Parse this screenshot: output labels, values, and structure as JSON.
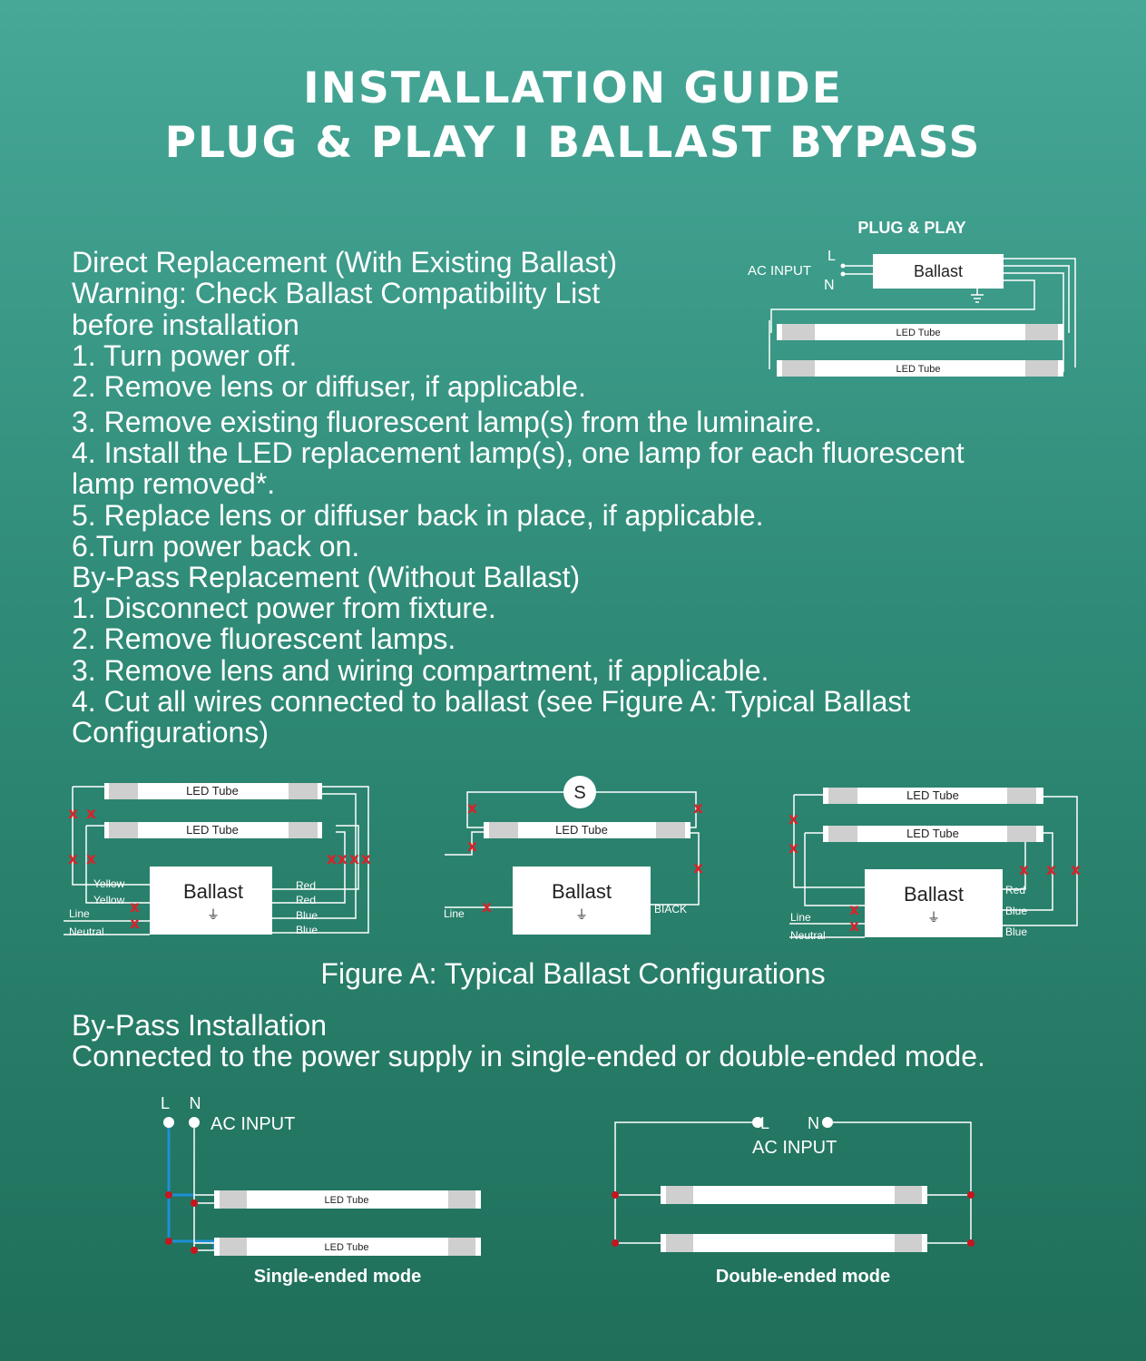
{
  "header": {
    "title_line1": "INSTALLATION GUIDE",
    "title_line2": "PLUG & PLAY I BALLAST BYPASS"
  },
  "instructions": {
    "block1": [
      "Direct Replacement (With Existing Ballast)",
      "Warning: Check Ballast Compatibility List",
      "before installation",
      "1. Turn power off.",
      "2. Remove lens or diffuser, if applicable."
    ],
    "block2": [
      "3. Remove existing fluorescent lamp(s) from the luminaire.",
      "4. Install the LED replacement lamp(s), one lamp for each fluorescent",
      "lamp removed*.",
      "5. Replace lens or diffuser back in place, if applicable.",
      "6.Turn power back on.",
      "By-Pass Replacement (Without Ballast)",
      "1. Disconnect power from fixture.",
      "2. Remove fluorescent lamps.",
      "3. Remove lens and wiring compartment, if applicable.",
      "4. Cut all wires connected to ballast (see Figure A: Typical Ballast",
      "Configurations)"
    ]
  },
  "plug_play_diagram": {
    "title": "PLUG & PLAY",
    "ac_input": "AC  INPUT",
    "line": "L",
    "neutral": "N",
    "ballast": "Ballast",
    "tube_label": "LED Tube"
  },
  "figure_a": {
    "caption": "Figure A: Typical Ballast Configurations",
    "tube_label": "LED Tube",
    "ballast": "Ballast",
    "switch": "S",
    "cross": "x",
    "config1": {
      "left_wires": [
        "Yellow",
        "Yellow"
      ],
      "line": "Line",
      "neutral": "Neutral",
      "right_wires": [
        "Red",
        "Red",
        "Blue",
        "Blue"
      ]
    },
    "config2": {
      "line": "Line",
      "right_wire": "BIACK"
    },
    "config3": {
      "line": "Line",
      "neutral": "Neutral",
      "right_wires": [
        "Red",
        "Blue",
        "Blue"
      ]
    }
  },
  "bypass": {
    "heading": "By-Pass Installation",
    "description": "Connected to the power supply in single-ended or double-ended mode.",
    "single": {
      "line": "L",
      "neutral": "N",
      "ac_input": "AC  INPUT",
      "tube_label": "LED Tube",
      "caption": "Single-ended mode"
    },
    "double": {
      "line": "L",
      "neutral": "N",
      "ac_input": "AC  INPUT",
      "caption": "Double-ended mode"
    }
  },
  "colors": {
    "cross": "#d8232a",
    "terminal_dot": "#c5161d",
    "blue_wire": "#1e90d6"
  }
}
